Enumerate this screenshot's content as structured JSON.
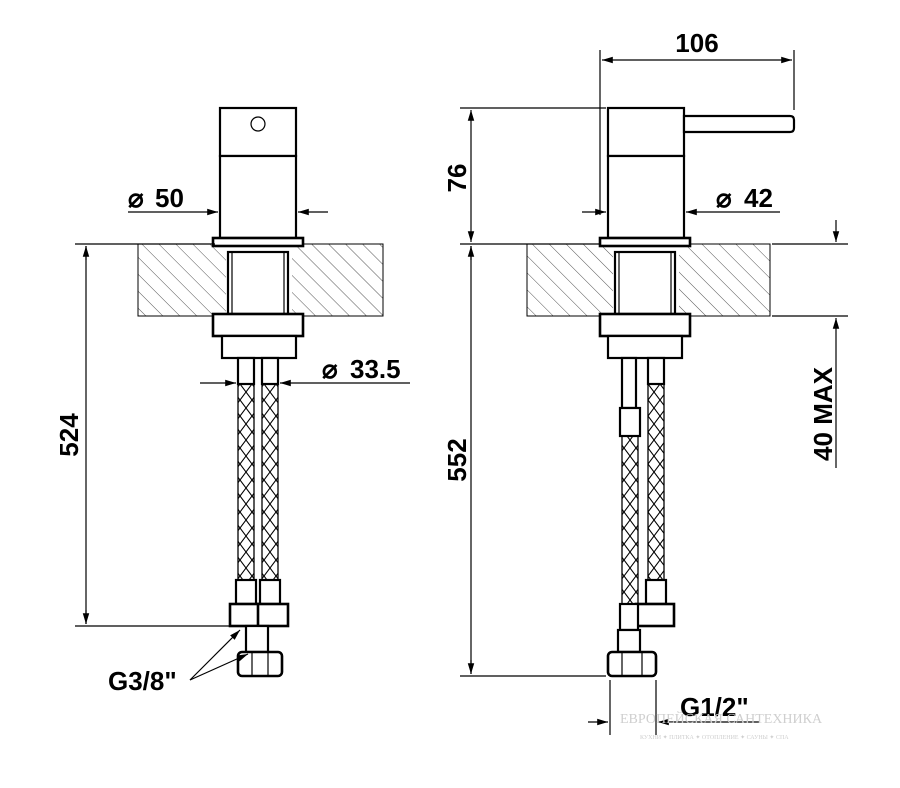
{
  "dimensions": {
    "left_diameter_body": "50",
    "left_diameter_hose": "33.5",
    "left_height": "524",
    "left_thread": "G3/8\"",
    "right_width": "106",
    "right_spout_height": "76",
    "right_diameter_body": "42",
    "right_height": "552",
    "right_deck_thickness": "40 MAX",
    "right_thread": "G1/2\""
  },
  "symbols": {
    "diameter": "⌀"
  },
  "watermark": {
    "line1": "ЕВРОПЕЙСКАЯ САНТЕХНИКА",
    "line2": "КУХНИ ✦ ПЛИТКА ✦ ОТОПЛЕНИЕ ✦ САУНЫ ✦ СПА"
  }
}
